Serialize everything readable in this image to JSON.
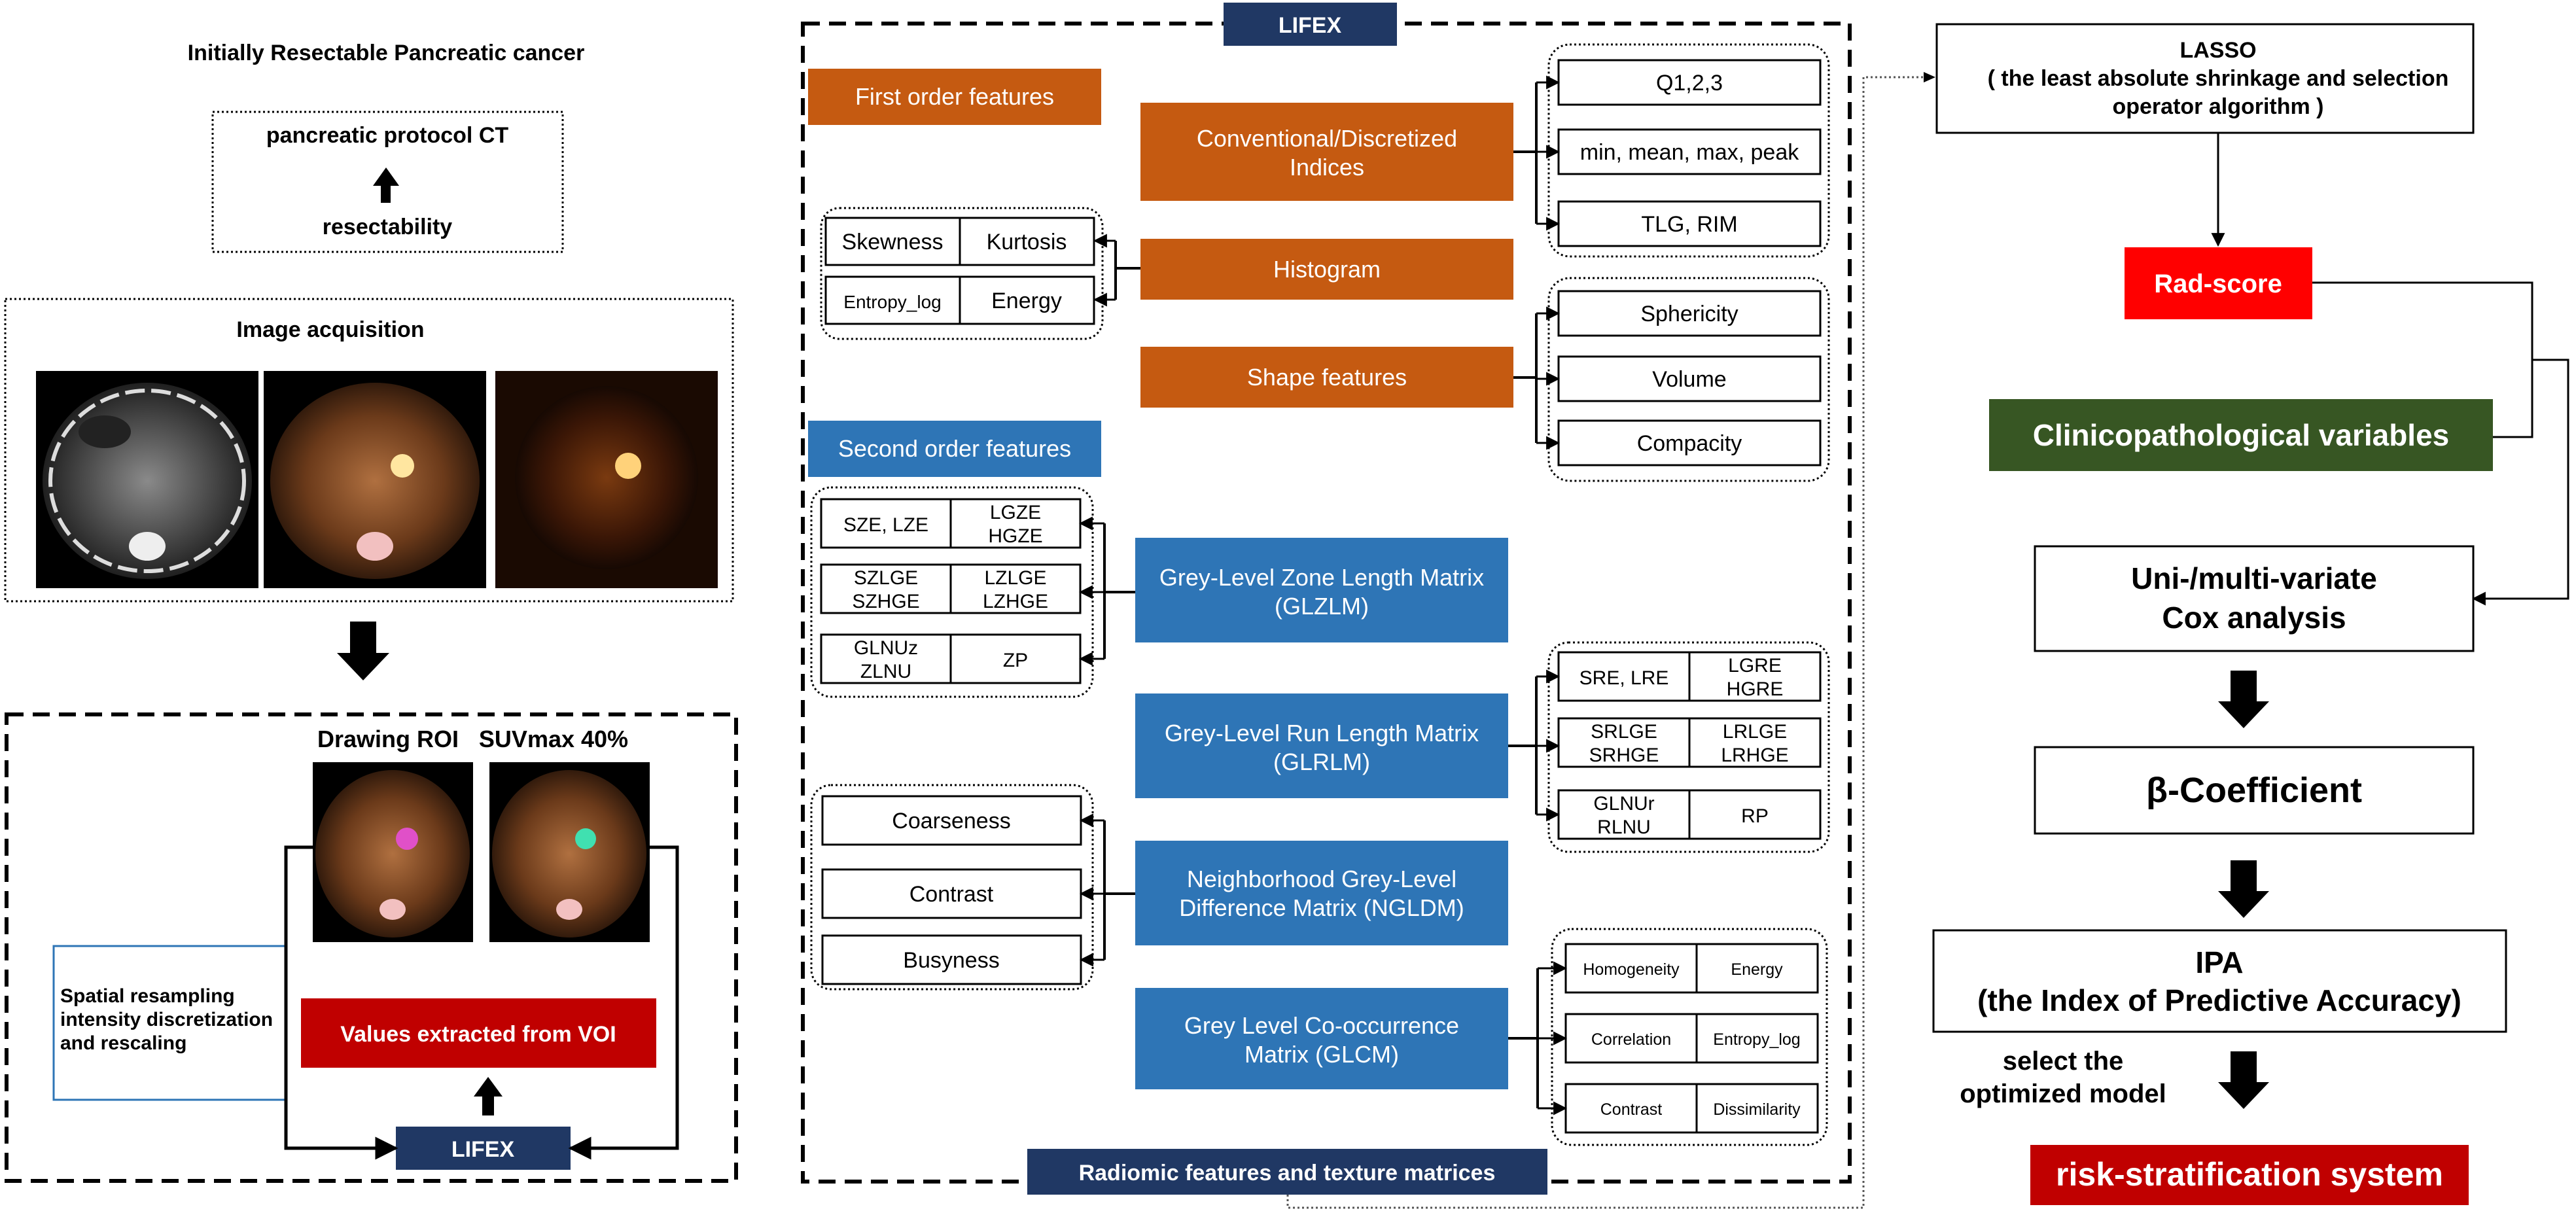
{
  "left": {
    "title": "Initially Resectable Pancreatic cancer",
    "protocol": "pancreatic protocol CT",
    "resectability": "resectability",
    "image_acquisition": "Image acquisition",
    "drawing_roi": "Drawing ROI",
    "suvmax": "SUVmax 40%",
    "spatial_1": "Spatial resampling",
    "spatial_2": "intensity discretization",
    "spatial_3": "and rescaling",
    "values_extracted": "Values extracted from VOI",
    "lifex": "LIFEX"
  },
  "middle": {
    "lifex": "LIFEX",
    "first_order": "First order features",
    "second_order": "Second order features",
    "conventional_1": "Conventional/Discretized",
    "conventional_2": "Indices",
    "q123": "Q1,2,3",
    "minmax": "min, mean, max, peak",
    "tlg": "TLG, RIM",
    "histogram": "Histogram",
    "skewness": "Skewness",
    "kurtosis": "Kurtosis",
    "entropy_log": "Entropy_log",
    "energy": "Energy",
    "shape": "Shape features",
    "sphericity": "Sphericity",
    "volume": "Volume",
    "compacity": "Compacity",
    "glzlm_1": "Grey-Level Zone Length Matrix",
    "glzlm_2": "(GLZLM)",
    "sze_lze": "SZE, LZE",
    "lgze": "LGZE",
    "hgze": "HGZE",
    "szlge": "SZLGE",
    "szhge": "SZHGE",
    "lzlge": "LZLGE",
    "lzhge": "LZHGE",
    "glnuz": "GLNUz",
    "zlnu": "ZLNU",
    "zp": "ZP",
    "glrlm_1": "Grey-Level Run Length Matrix",
    "glrlm_2": "(GLRLM)",
    "sre_lre": "SRE, LRE",
    "lgre": "LGRE",
    "hgre": "HGRE",
    "srlge": "SRLGE",
    "srhge": "SRHGE",
    "lrlge": "LRLGE",
    "lrhge": "LRHGE",
    "glnur": "GLNUr",
    "rlnu": "RLNU",
    "rp": "RP",
    "ngldm_1": "Neighborhood Grey-Level",
    "ngldm_2": "Difference Matrix (NGLDM)",
    "coarseness": "Coarseness",
    "contrast": "Contrast",
    "busyness": "Busyness",
    "glcm_1": "Grey Level Co-occurrence",
    "glcm_2": "Matrix (GLCM)",
    "homogeneity": "Homogeneity",
    "energy2": "Energy",
    "correlation": "Correlation",
    "entropy_log2": "Entropy_log",
    "contrast2": "Contrast",
    "dissimilarity": "Dissimilarity",
    "radiomic": "Radiomic features and texture matrices"
  },
  "right": {
    "lasso_1": "LASSO",
    "lasso_2": "( the least absolute shrinkage and selection",
    "lasso_3": "operator algorithm )",
    "radscore": "Rad-score",
    "clinico": "Clinicopathological variables",
    "cox_1": "Uni-/multi-variate",
    "cox_2": "Cox analysis",
    "beta": "β-Coefficient",
    "ipa_1": "IPA",
    "ipa_2": "(the Index of Predictive Accuracy)",
    "select_1": "select the",
    "select_2": "optimized model",
    "risk": "risk-stratification system"
  },
  "colors": {
    "orange": "#c55a11",
    "blue": "#2e75b6",
    "navy": "#203864",
    "red_box": "#c00000",
    "radscore_red": "#ff0000",
    "green": "#375623"
  }
}
